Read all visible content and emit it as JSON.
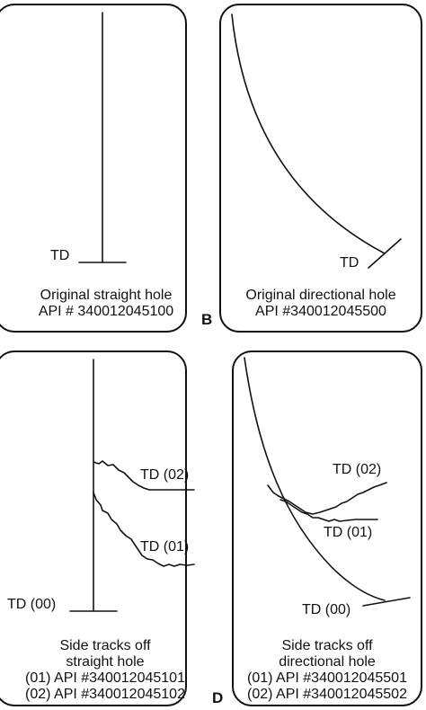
{
  "panels": {
    "a": {
      "td_label": "TD",
      "caption": [
        "Original straight hole",
        "API # 340012045100"
      ]
    },
    "b": {
      "letter": "B",
      "td_label": "TD",
      "caption": [
        "Original directional hole",
        "API #340012045500"
      ]
    },
    "c": {
      "td_labels": [
        "TD (02)",
        "TD (01)",
        "TD (00)"
      ],
      "caption": [
        "Side tracks off",
        "straight hole",
        "(01) API #340012045101",
        "(02) API #340012045102"
      ]
    },
    "d": {
      "letter": "D",
      "td_labels": [
        "TD (02)",
        "TD (01)",
        "TD (00)"
      ],
      "caption": [
        "Side tracks off",
        "directional hole",
        "(01) API #340012045501",
        "(02) API #340012045502"
      ]
    }
  }
}
